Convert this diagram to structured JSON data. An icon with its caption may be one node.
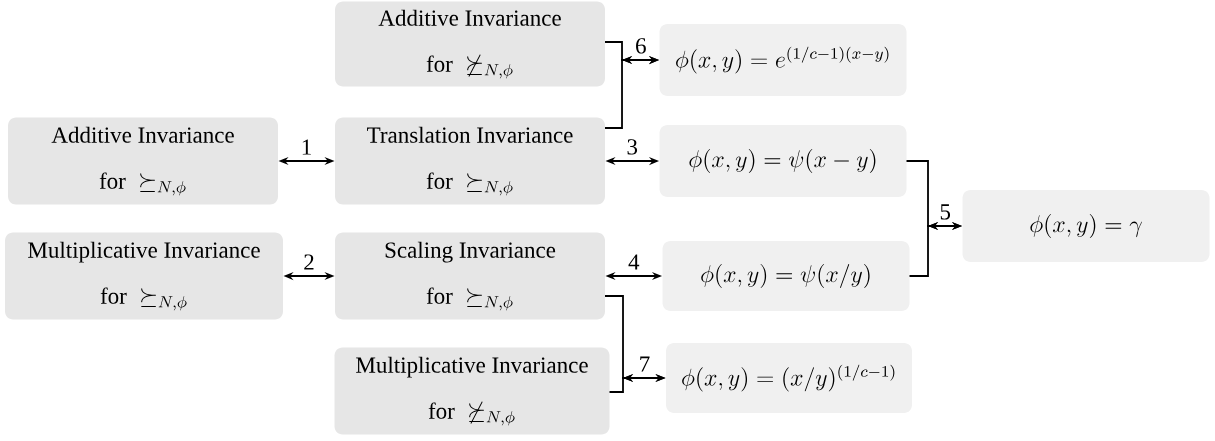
{
  "diagram": {
    "nodes": [
      {
        "text": [
          "Additive Invariance",
          "\\text{for } \\not\\succeq_{N,\\phi}"
        ]
      },
      {
        "text": [
          "Additive Invariance",
          "\\text{for } \\succeq_{N,\\phi}"
        ]
      },
      {
        "text": [
          "Translation Invariance",
          "\\text{for } \\succeq_{N,\\phi}"
        ]
      },
      {
        "text": [
          "Multiplicative Invariance",
          "\\text{for } \\succeq_{N,\\phi}"
        ]
      },
      {
        "text": [
          "Scaling Invariance",
          "\\text{for } \\succeq_{N,\\phi}"
        ]
      },
      {
        "text": [
          "Multiplicative Invariance",
          "\\text{for } \\not\\succeq_{N,\\phi}"
        ]
      },
      {
        "text": [
          "\\phi(x,y) = e^{(1/c-1)(x-y)}"
        ]
      },
      {
        "text": [
          "\\phi(x,y) = \\psi(x-y)"
        ]
      },
      {
        "text": [
          "\\phi(x,y) = \\psi(x/y)"
        ]
      },
      {
        "text": [
          "\\phi(x,y) = \\gamma"
        ]
      },
      {
        "text": [
          "\\phi(x,y) = (x/y)^{(1/c-1)}"
        ]
      }
    ],
    "edges": [
      {
        "from": 1,
        "to": 2,
        "arrow": "both",
        "label": "1"
      },
      {
        "from": 3,
        "to": 4,
        "arrow": "both",
        "label": "2"
      },
      {
        "from": 2,
        "to": 7,
        "arrow": "both",
        "label": "3"
      },
      {
        "from": 4,
        "to": 8,
        "arrow": "both",
        "label": "4"
      },
      {
        "from": 7,
        "to": 9,
        "arrow": "to",
        "label": "5"
      },
      {
        "from": 8,
        "to": 9,
        "arrow": "to"
      },
      {
        "from": 0,
        "to": 6,
        "arrow": "to",
        "label": "6"
      },
      {
        "from": 2,
        "to": 6,
        "arrow": "to"
      },
      {
        "from": 4,
        "to": 10,
        "arrow": "to",
        "label": "7"
      },
      {
        "from": 5,
        "to": 10,
        "arrow": "to"
      }
    ]
  }
}
